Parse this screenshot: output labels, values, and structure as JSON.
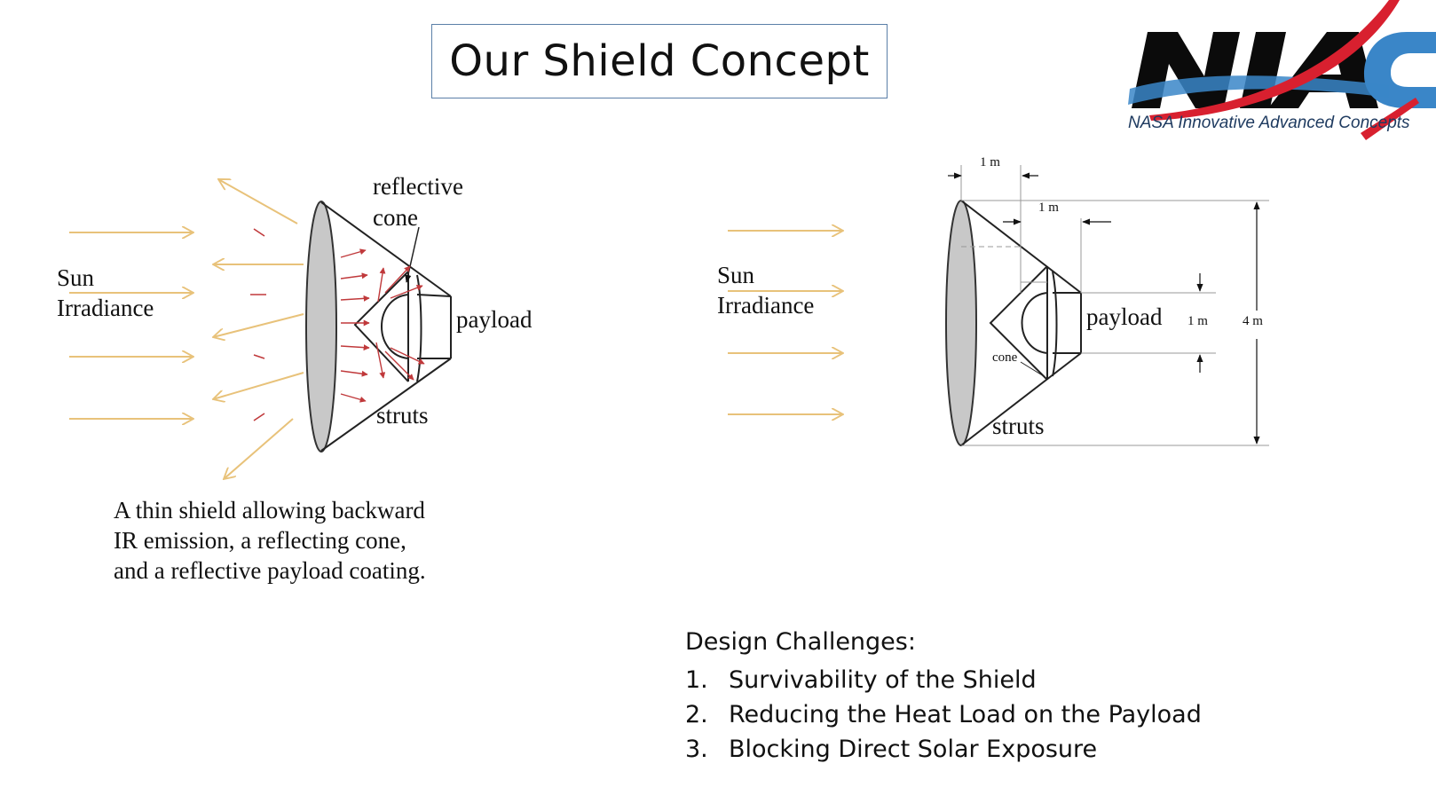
{
  "slide": {
    "title": "Our Shield Concept"
  },
  "logo": {
    "wordmark": "NIAC",
    "tagline": "NASA Innovative Advanced Concepts",
    "colors": {
      "dark": "#0b0b0b",
      "blue": "#3a86c8",
      "red": "#d8202f"
    }
  },
  "left_diagram": {
    "sun_label_1": "Sun",
    "sun_label_2": "Irradiance",
    "cone_label_1": "reflective",
    "cone_label_2": "cone",
    "payload_label": "payload",
    "struts_label": "struts",
    "caption_lines": [
      "A thin shield allowing backward",
      "IR emission, a reflecting cone,",
      "and a reflective payload coating."
    ]
  },
  "right_diagram": {
    "sun_label_1": "Sun",
    "sun_label_2": "Irradiance",
    "payload_label": "payload",
    "cone_label": "cone",
    "struts_label": "struts",
    "dim_top": "1 m",
    "dim_inner": "1 m",
    "dim_payload": "1 m",
    "dim_height": "4 m"
  },
  "challenges": {
    "heading": "Design Challenges:",
    "items": [
      {
        "num": "1.",
        "text": "Survivability of the Shield"
      },
      {
        "num": "2.",
        "text": "Reducing the Heat Load on the Payload"
      },
      {
        "num": "3.",
        "text": "Blocking Direct Solar Exposure"
      }
    ]
  },
  "colors": {
    "sun_arrow": "#e8c27a",
    "reflect_arrow": "#c0393b",
    "shield_fill": "#c8c8c8",
    "title_border": "#5b7fa8"
  }
}
